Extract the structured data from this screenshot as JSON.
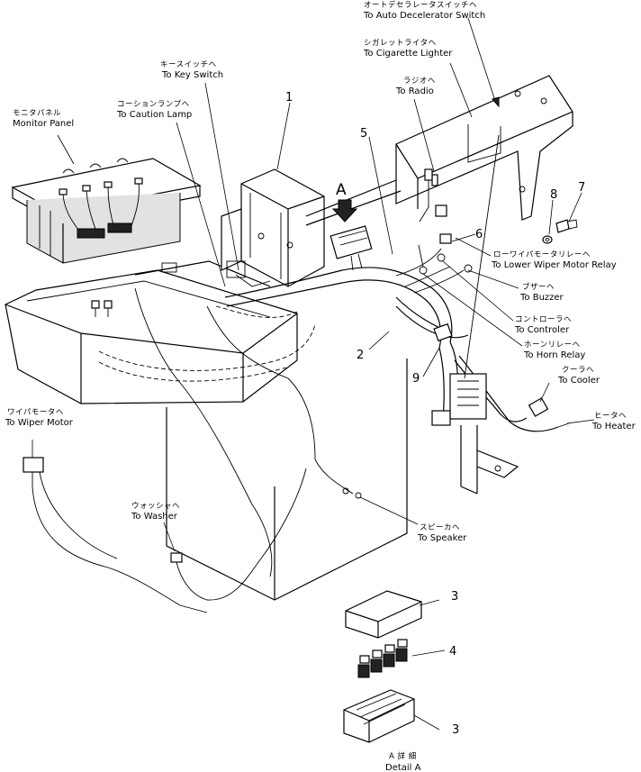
{
  "labels": {
    "auto_decel_jp": "オートデセラレータスイッチヘ",
    "auto_decel_en": "To Auto Decelerator Switch",
    "cig_jp": "シガレットライタヘ",
    "cig_en": "To Cigarette Lighter",
    "key_jp": "キースイッチヘ",
    "key_en": "To Key Switch",
    "radio_jp": "ラジオヘ",
    "radio_en": "To Radio",
    "caution_jp": "コーションランプヘ",
    "caution_en": "To Caution Lamp",
    "monitor_jp": "モニタパネル",
    "monitor_en": "Monitor  Panel",
    "lower_wiper_jp": "ローワイパモータリレーヘ",
    "lower_wiper_en": "To Lower Wiper Motor Relay",
    "buzzer_jp": "ブザーヘ",
    "buzzer_en": "To Buzzer",
    "controller_jp": "コントローラヘ",
    "controller_en": "To Controler",
    "horn_jp": "ホーンリレーヘ",
    "horn_en": "To Horn Relay",
    "cooler_jp": "クーラヘ",
    "cooler_en": "To Cooler",
    "heater_jp": "ヒータヘ",
    "heater_en": "To  Heater",
    "wiper_motor_jp": "ワイパモータヘ",
    "wiper_motor_en": "To Wiper Motor",
    "washer_jp": "ウォッシャヘ",
    "washer_en": "To Washer",
    "speaker_jp": "スピーカヘ",
    "speaker_en": "To Speaker",
    "detail_jp": "A 詳 細",
    "detail_en": "Detail A",
    "view_letter": "A"
  },
  "callouts": [
    "1",
    "2",
    "3",
    "4",
    "5",
    "6",
    "7",
    "8",
    "9"
  ]
}
